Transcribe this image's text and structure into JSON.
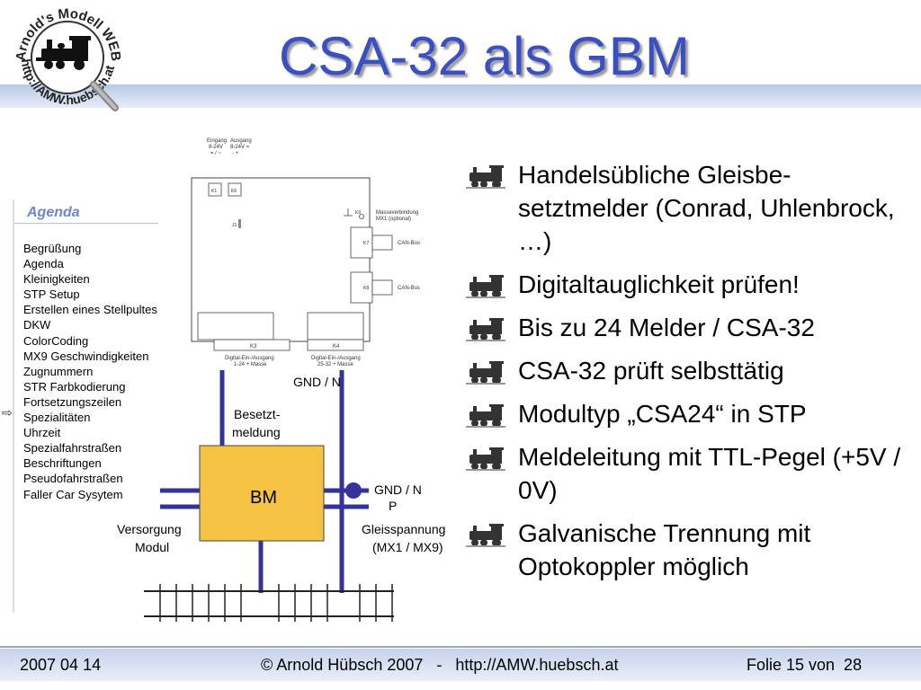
{
  "title": "CSA-32 als GBM",
  "logo": {
    "top_text": "Arnold's Modell WEB",
    "bottom_text": "http://AMW.huebsch.at"
  },
  "agenda": {
    "heading": "Agenda",
    "items": [
      "Begrüßung",
      "Agenda",
      "Kleinigkeiten",
      "STP Setup",
      "Erstellen eines Stellpultes",
      "DKW",
      "ColorCoding",
      "MX9 Geschwindigkeiten",
      "Zugnummern",
      "STR  Farbkodierung",
      "Fortsetzungszeilen",
      "Spezialitäten",
      "Uhrzeit",
      "Spezialfahrstraßen",
      "Beschriftungen",
      "Pseudofahrstraßen",
      "Faller Car Sysytem"
    ],
    "current_index": 11
  },
  "diagram": {
    "eingang_label1": "Eingang",
    "eingang_label2": "8-24V",
    "eingang_label3": "= / ~",
    "ausgang_label1": "Ausgang",
    "ausgang_label2": "8-24V =",
    "ausgang_label3": "-   +",
    "k1": "K1",
    "k6": "K6",
    "j1": "J1",
    "k9": "K9",
    "k7": "K7",
    "k8": "K8",
    "k3": "K3",
    "k4": "K4",
    "masse_label1": "Masseverbindung",
    "masse_label2": "MX1 (optional)",
    "canbus1": "CAN-Bus",
    "canbus2": "CAN-Bus",
    "k3_label1": "Digital-Ein-/Ausgang",
    "k3_label2": "1-24 +  Masse",
    "k4_label1": "Digital-Ein-/Ausgang",
    "k4_label2": "25-32 +  Masse",
    "gnd_n_top": "GND / N",
    "besetzt1": "Besetzt-",
    "besetzt2": "meldung",
    "bm": "BM",
    "gnd_n_right": "GND / N",
    "p_label": "P",
    "versorgung1": "Versorgung",
    "versorgung2": "Modul",
    "gleis1": "Gleisspannung",
    "gleis2": "(MX1 / MX9)"
  },
  "bullets": [
    "Handelsübliche Gleisbe-setztmelder (Conrad, Uhlenbrock, …)",
    "Digitaltauglichkeit prüfen!",
    "Bis zu 24 Melder / CSA-32",
    "CSA-32 prüft selbsttätig",
    "Modultyp „CSA24“ in STP",
    "Meldeleitung mit TTL-Pegel (+5V / 0V)",
    "Galvanische Trennung mit Optokoppler möglich"
  ],
  "footer": {
    "date": "2007 04 14",
    "copyright": "© Arnold Hübsch 2007   -   http://AMW.huebsch.at",
    "page": "Folie 15 von  28"
  },
  "colors": {
    "title": "#3b4fc4",
    "wire": "#333399",
    "bm_fill": "#f5c242",
    "band": "#c7d3ec"
  }
}
